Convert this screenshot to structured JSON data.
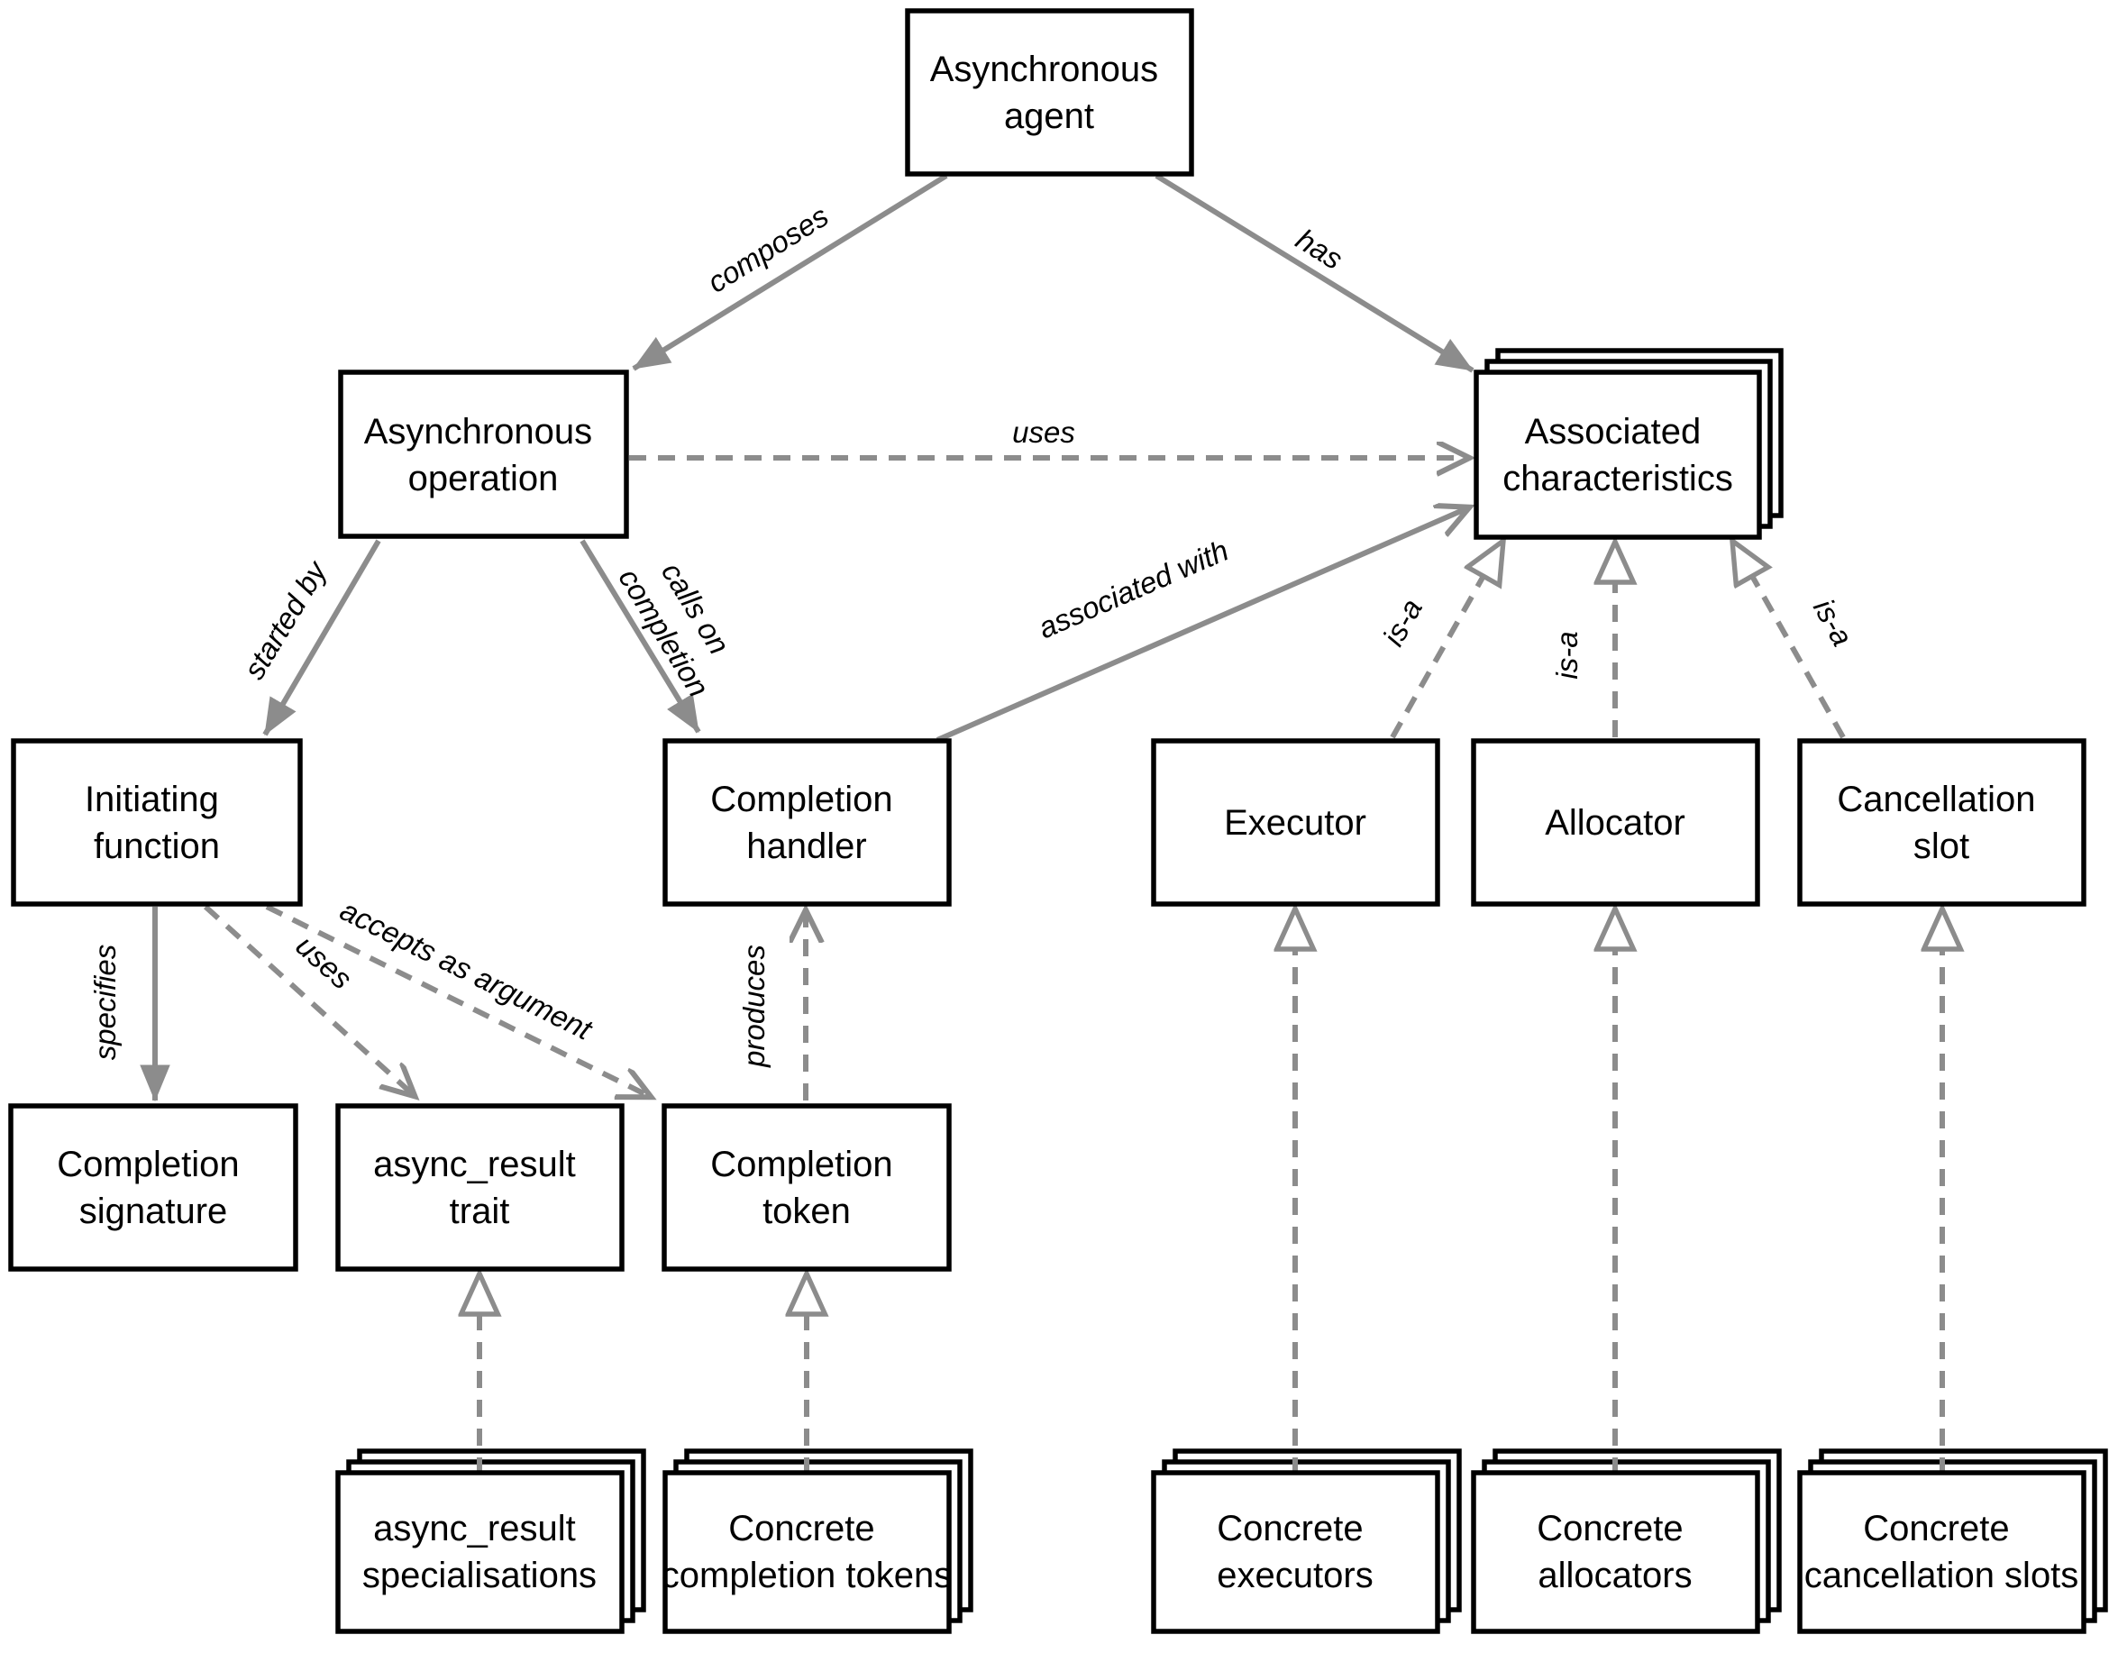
{
  "diagram": {
    "colors": {
      "line": "#8c8c8c",
      "box_border": "#000000",
      "box_fill": "#ffffff",
      "text": "#000000"
    },
    "nodes": {
      "asynchronous_agent": {
        "lines": [
          "Asynchronous",
          "agent"
        ],
        "stacked": false
      },
      "asynchronous_operation": {
        "lines": [
          "Asynchronous",
          "operation"
        ],
        "stacked": false
      },
      "associated_characteristics": {
        "lines": [
          "Associated",
          "characteristics"
        ],
        "stacked": true
      },
      "initiating_function": {
        "lines": [
          "Initiating",
          "function"
        ],
        "stacked": false
      },
      "completion_handler": {
        "lines": [
          "Completion",
          "handler"
        ],
        "stacked": false
      },
      "executor": {
        "lines": [
          "Executor"
        ],
        "stacked": false
      },
      "allocator": {
        "lines": [
          "Allocator"
        ],
        "stacked": false
      },
      "cancellation_slot": {
        "lines": [
          "Cancellation",
          "slot"
        ],
        "stacked": false
      },
      "completion_signature": {
        "lines": [
          "Completion",
          "signature"
        ],
        "stacked": false
      },
      "async_result_trait": {
        "lines": [
          "async_result",
          "trait"
        ],
        "stacked": false
      },
      "completion_token": {
        "lines": [
          "Completion",
          "token"
        ],
        "stacked": false
      },
      "async_result_specialisations": {
        "lines": [
          "async_result",
          "specialisations"
        ],
        "stacked": true
      },
      "concrete_completion_tokens": {
        "lines": [
          "Concrete",
          "completion tokens"
        ],
        "stacked": true
      },
      "concrete_executors": {
        "lines": [
          "Concrete",
          "executors"
        ],
        "stacked": true
      },
      "concrete_allocators": {
        "lines": [
          "Concrete",
          "allocators"
        ],
        "stacked": true
      },
      "concrete_cancellation_slots": {
        "lines": [
          "Concrete",
          "cancellation slots"
        ],
        "stacked": true
      }
    },
    "edges": {
      "composes": {
        "label": "composes",
        "from": "asynchronous_agent",
        "to": "asynchronous_operation",
        "line": "solid",
        "head": "filled"
      },
      "has": {
        "label": "has",
        "from": "asynchronous_agent",
        "to": "associated_characteristics",
        "line": "solid",
        "head": "filled"
      },
      "uses_operation": {
        "label": "uses",
        "from": "asynchronous_operation",
        "to": "associated_characteristics",
        "line": "dashed",
        "head": "open"
      },
      "started_by": {
        "label": "started by",
        "from": "asynchronous_operation",
        "to": "initiating_function",
        "line": "solid",
        "head": "filled"
      },
      "calls_on_completion": {
        "label_lines": [
          "calls on",
          "completion"
        ],
        "from": "asynchronous_operation",
        "to": "completion_handler",
        "line": "solid",
        "head": "filled"
      },
      "associated_with": {
        "label": "associated with",
        "from": "completion_handler",
        "to": "associated_characteristics",
        "line": "solid",
        "head": "open"
      },
      "is_a_executor": {
        "label": "is-a",
        "from": "executor",
        "to": "associated_characteristics",
        "line": "dashed",
        "head": "hollow-triangle"
      },
      "is_a_allocator": {
        "label": "is-a",
        "from": "allocator",
        "to": "associated_characteristics",
        "line": "dashed",
        "head": "hollow-triangle"
      },
      "is_a_cancellation": {
        "label": "is-a",
        "from": "cancellation_slot",
        "to": "associated_characteristics",
        "line": "dashed",
        "head": "hollow-triangle"
      },
      "specifies": {
        "label": "specifies",
        "from": "initiating_function",
        "to": "completion_signature",
        "line": "solid",
        "head": "filled"
      },
      "uses_initiating": {
        "label": "uses",
        "from": "initiating_function",
        "to": "async_result_trait",
        "line": "dashed",
        "head": "open"
      },
      "accepts_as_argument": {
        "label": "accepts as argument",
        "from": "initiating_function",
        "to": "completion_token",
        "line": "dashed",
        "head": "open"
      },
      "produces": {
        "label": "produces",
        "from": "completion_token",
        "to": "completion_handler",
        "line": "dashed",
        "head": "open"
      },
      "gen_async_result": {
        "label": "",
        "from": "async_result_specialisations",
        "to": "async_result_trait",
        "line": "dashed",
        "head": "hollow-triangle"
      },
      "gen_completion_tokens": {
        "label": "",
        "from": "concrete_completion_tokens",
        "to": "completion_token",
        "line": "dashed",
        "head": "hollow-triangle"
      },
      "gen_executors": {
        "label": "",
        "from": "concrete_executors",
        "to": "executor",
        "line": "dashed",
        "head": "hollow-triangle"
      },
      "gen_allocators": {
        "label": "",
        "from": "concrete_allocators",
        "to": "allocator",
        "line": "dashed",
        "head": "hollow-triangle"
      },
      "gen_cancellation_slots": {
        "label": "",
        "from": "concrete_cancellation_slots",
        "to": "cancellation_slot",
        "line": "dashed",
        "head": "hollow-triangle"
      }
    }
  }
}
